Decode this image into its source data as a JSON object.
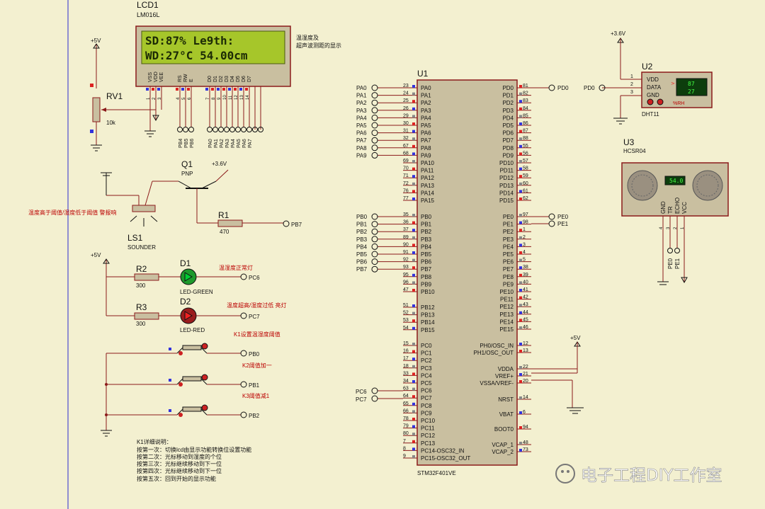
{
  "lcd": {
    "ref": "LCD1",
    "model": "LM016L",
    "line1": "SD:87%  Le9th:",
    "line2": "WD:27°C 54.00cm",
    "note1": "温湿度及",
    "note2": "超声波测距的显示",
    "pins": [
      "VSS",
      "VDD",
      "VEE",
      "RS",
      "RW",
      "E",
      "D0",
      "D1",
      "D2",
      "D3",
      "D4",
      "D5",
      "D6",
      "D7"
    ],
    "pin_numbers": [
      "1",
      "2",
      "3",
      "4",
      "5",
      "6",
      "7",
      "8",
      "9",
      "10",
      "11",
      "12",
      "13",
      "14"
    ],
    "nets": [
      "PB4",
      "PB5",
      "PB6",
      "PA0",
      "PA1",
      "PA2",
      "PA3",
      "PA4",
      "PA5",
      "PA6",
      "PA7"
    ]
  },
  "rv1": {
    "ref": "RV1",
    "value": "10k",
    "vcc": "+5V"
  },
  "q1": {
    "ref": "Q1",
    "type": "PNP",
    "vcc": "+3.6V"
  },
  "ls1": {
    "ref": "LS1",
    "type": "SOUNDER",
    "note": "温度高于阈值/湿度低于阈值  警报响"
  },
  "r1": {
    "ref": "R1",
    "value": "470",
    "net": "PB7"
  },
  "leds": {
    "vcc": "+5V"
  },
  "r2": {
    "ref": "R2",
    "value": "300"
  },
  "r3": {
    "ref": "R3",
    "value": "300"
  },
  "d1": {
    "ref": "D1",
    "type": "LED-GREEN",
    "net": "PC6",
    "note": "温湿度正常灯"
  },
  "d2": {
    "ref": "D2",
    "type": "LED-RED",
    "net": "PC7",
    "note": "温度超高/湿度过低  亮灯"
  },
  "keys": [
    {
      "label": "K1设置温湿度阈值",
      "net": "PB0"
    },
    {
      "label": "K2阈值加一",
      "net": "PB1"
    },
    {
      "label": "K3阈值减1",
      "net": "PB2"
    }
  ],
  "instructions": {
    "title": "K1详细说明：",
    "lines": [
      "按第一次：切换lcd由显示功能转换位设置功能",
      "按第二次：光标移动到湿度的个位",
      "按第三次：光标继续移动到下一位",
      "按第四次：光标继续移动到下一位",
      "按第五次：回到开始的显示功能"
    ]
  },
  "mcu": {
    "ref": "U1",
    "model": "STM32F401VE",
    "vcc": "+5V",
    "pd0_net": "PD0",
    "pe0_net": "PE0",
    "pe1_net": "PE1",
    "pc6_net": "PC6",
    "pc7_net": "PC7",
    "left_pins": [
      {
        "name": "PA0",
        "num": "23",
        "net": "PA0"
      },
      {
        "name": "PA1",
        "num": "24",
        "net": "PA1"
      },
      {
        "name": "PA2",
        "num": "25",
        "net": "PA2"
      },
      {
        "name": "PA3",
        "num": "26",
        "net": "PA3"
      },
      {
        "name": "PA4",
        "num": "29",
        "net": "PA4"
      },
      {
        "name": "PA5",
        "num": "30",
        "net": "PA5"
      },
      {
        "name": "PA6",
        "num": "31",
        "net": "PA6"
      },
      {
        "name": "PA7",
        "num": "32",
        "net": "PA7"
      },
      {
        "name": "PA8",
        "num": "67",
        "net": "PA8"
      },
      {
        "name": "PA9",
        "num": "68",
        "net": "PA9"
      },
      {
        "name": "PA10",
        "num": "69",
        "net": ""
      },
      {
        "name": "PA11",
        "num": "70",
        "net": ""
      },
      {
        "name": "PA12",
        "num": "71",
        "net": ""
      },
      {
        "name": "PA13",
        "num": "72",
        "net": ""
      },
      {
        "name": "PA14",
        "num": "76",
        "net": ""
      },
      {
        "name": "PA15",
        "num": "77",
        "net": ""
      },
      {
        "name": "PB0",
        "num": "35",
        "net": "PB0"
      },
      {
        "name": "PB1",
        "num": "36",
        "net": "PB1"
      },
      {
        "name": "PB2",
        "num": "37",
        "net": "PB2"
      },
      {
        "name": "PB3",
        "num": "89",
        "net": "PB3"
      },
      {
        "name": "PB4",
        "num": "90",
        "net": "PB4"
      },
      {
        "name": "PB5",
        "num": "91",
        "net": "PB5"
      },
      {
        "name": "PB6",
        "num": "92",
        "net": "PB6"
      },
      {
        "name": "PB7",
        "num": "93",
        "net": "PB7"
      },
      {
        "name": "PB8",
        "num": "95",
        "net": ""
      },
      {
        "name": "PB9",
        "num": "96",
        "net": ""
      },
      {
        "name": "PB10",
        "num": "47",
        "net": ""
      },
      {
        "name": "PB12",
        "num": "51",
        "net": ""
      },
      {
        "name": "PB13",
        "num": "52",
        "net": ""
      },
      {
        "name": "PB14",
        "num": "53",
        "net": ""
      },
      {
        "name": "PB15",
        "num": "54",
        "net": ""
      },
      {
        "name": "PC0",
        "num": "15",
        "net": ""
      },
      {
        "name": "PC1",
        "num": "16",
        "net": ""
      },
      {
        "name": "PC2",
        "num": "17",
        "net": ""
      },
      {
        "name": "PC3",
        "num": "18",
        "net": ""
      },
      {
        "name": "PC4",
        "num": "33",
        "net": ""
      },
      {
        "name": "PC5",
        "num": "34",
        "net": ""
      },
      {
        "name": "PC6",
        "num": "63",
        "net": ""
      },
      {
        "name": "PC7",
        "num": "64",
        "net": ""
      },
      {
        "name": "PC8",
        "num": "65",
        "net": ""
      },
      {
        "name": "PC9",
        "num": "66",
        "net": ""
      },
      {
        "name": "PC10",
        "num": "78",
        "net": ""
      },
      {
        "name": "PC11",
        "num": "79",
        "net": ""
      },
      {
        "name": "PC12",
        "num": "80",
        "net": ""
      },
      {
        "name": "PC13",
        "num": "7",
        "net": ""
      },
      {
        "name": "PC14-OSC32_IN",
        "num": "8",
        "net": ""
      },
      {
        "name": "PC15-OSC32_OUT",
        "num": "9",
        "net": ""
      }
    ],
    "right_pins": [
      {
        "name": "PD0",
        "num": "81"
      },
      {
        "name": "PD1",
        "num": "82"
      },
      {
        "name": "PD2",
        "num": "83"
      },
      {
        "name": "PD3",
        "num": "84"
      },
      {
        "name": "PD4",
        "num": "85"
      },
      {
        "name": "PD5",
        "num": "86"
      },
      {
        "name": "PD6",
        "num": "87"
      },
      {
        "name": "PD7",
        "num": "88"
      },
      {
        "name": "PD8",
        "num": "55"
      },
      {
        "name": "PD9",
        "num": "56"
      },
      {
        "name": "PD10",
        "num": "57"
      },
      {
        "name": "PD11",
        "num": "58"
      },
      {
        "name": "PD12",
        "num": "59"
      },
      {
        "name": "PD13",
        "num": "60"
      },
      {
        "name": "PD14",
        "num": "61"
      },
      {
        "name": "PD15",
        "num": "62"
      },
      {
        "name": "PE0",
        "num": "97"
      },
      {
        "name": "PE1",
        "num": "98"
      },
      {
        "name": "PE2",
        "num": "1"
      },
      {
        "name": "PE3",
        "num": "2"
      },
      {
        "name": "PE4",
        "num": "3"
      },
      {
        "name": "PE5",
        "num": "4"
      },
      {
        "name": "PE6",
        "num": "5"
      },
      {
        "name": "PE7",
        "num": "38"
      },
      {
        "name": "PE8",
        "num": "39"
      },
      {
        "name": "PE9",
        "num": "40"
      },
      {
        "name": "PE10",
        "num": "41"
      },
      {
        "name": "PE11",
        "num": "42"
      },
      {
        "name": "PE12",
        "num": "43"
      },
      {
        "name": "PE13",
        "num": "44"
      },
      {
        "name": "PE14",
        "num": "45"
      },
      {
        "name": "PE15",
        "num": "46"
      },
      {
        "name": "PH0/OSC_IN",
        "num": "12"
      },
      {
        "name": "PH1/OSC_OUT",
        "num": "13"
      },
      {
        "name": "VDDA",
        "num": "22"
      },
      {
        "name": "VREF+",
        "num": "21"
      },
      {
        "name": "VSSA/VREF-",
        "num": "20"
      },
      {
        "name": "NRST",
        "num": "14"
      },
      {
        "name": "VBAT",
        "num": "6"
      },
      {
        "name": "BOOT0",
        "num": "94"
      },
      {
        "name": "VCAP_1",
        "num": "48"
      },
      {
        "name": "VCAP_2",
        "num": "73"
      }
    ]
  },
  "dht": {
    "ref": "U2",
    "model": "DHT11",
    "vcc": "+3.6V",
    "net": "PD0",
    "pins": [
      "VDD",
      "DATA",
      "GND"
    ],
    "pinnums": [
      "1",
      "2",
      "3"
    ],
    "temp": "87",
    "humidity": "27",
    "rh_label": "%RH"
  },
  "hc": {
    "ref": "U3",
    "model": "HCSR04",
    "display": "54.0",
    "pins": [
      "GND",
      "TR",
      "ECHO",
      "VCC"
    ],
    "pinnums": [
      "4",
      "3",
      "2",
      "1"
    ],
    "nets": [
      "PE0",
      "PE1"
    ]
  },
  "watermark": "电子工程DIY工作室"
}
